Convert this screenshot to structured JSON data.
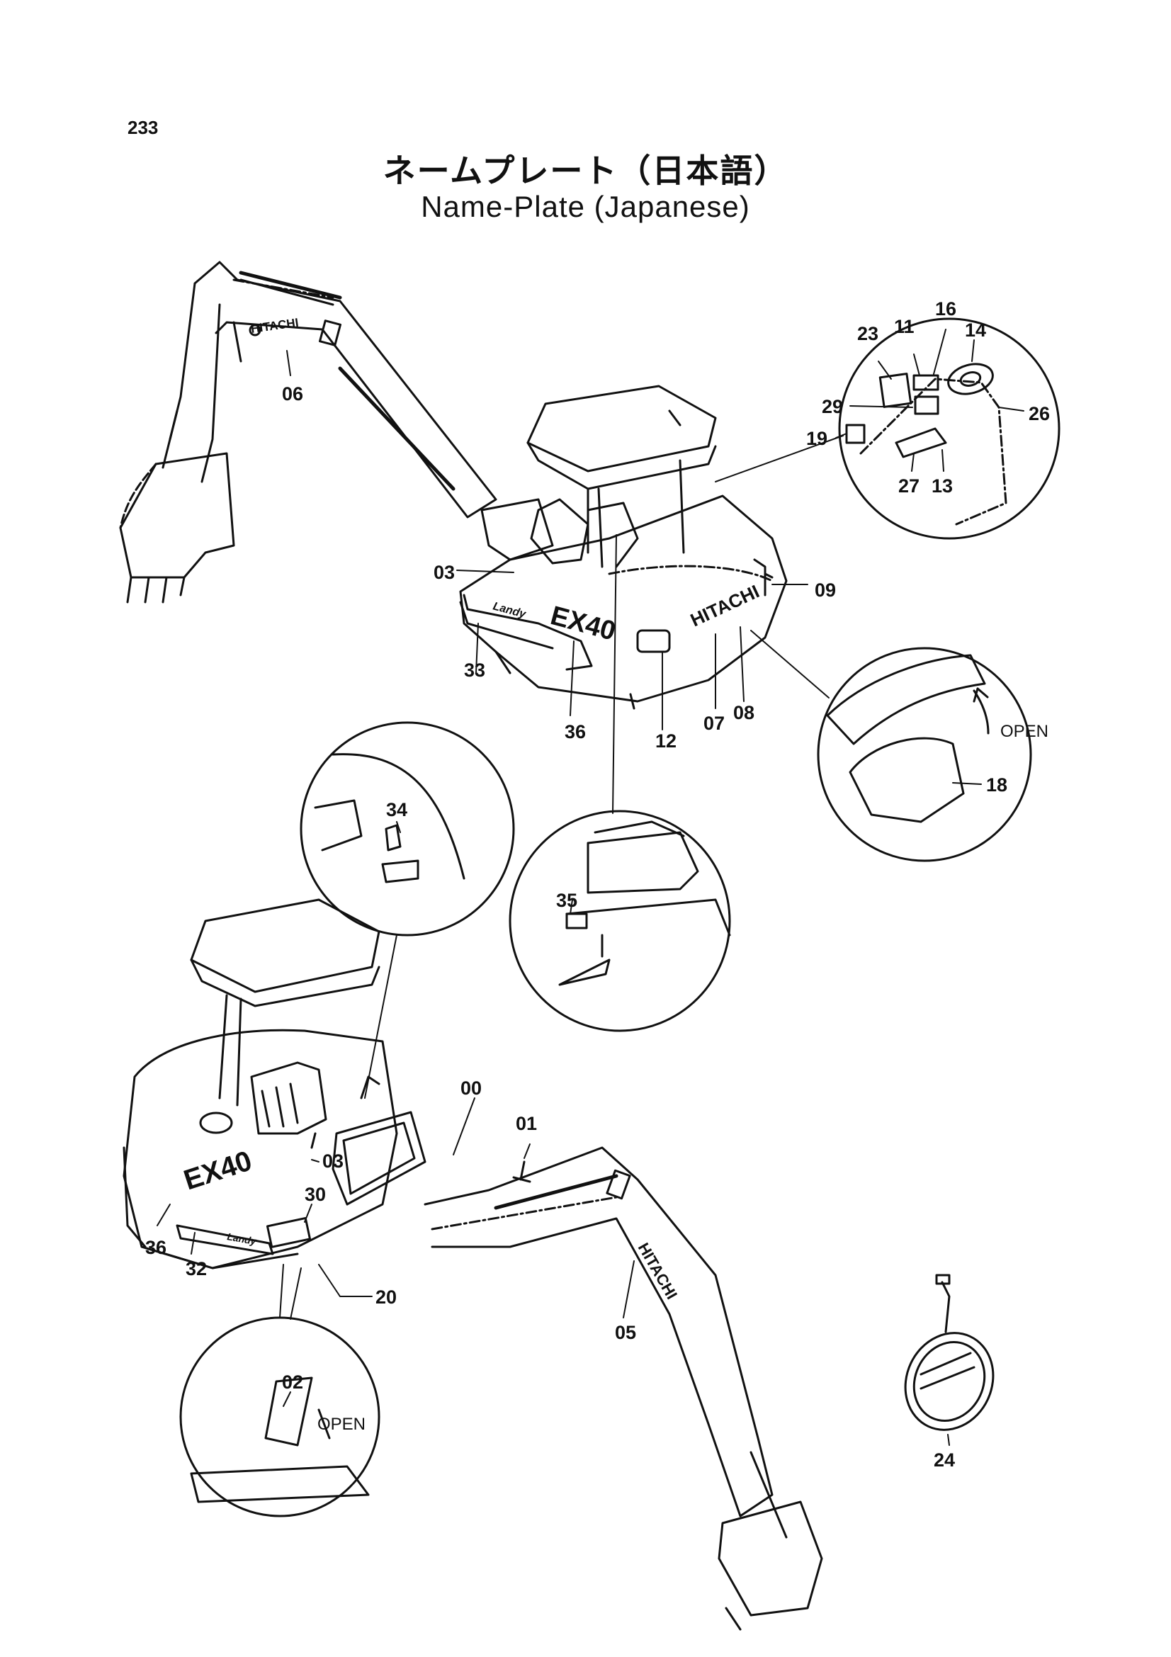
{
  "page": {
    "number": "233"
  },
  "title": {
    "japanese": "ネームプレート（日本語）",
    "english": "Name-Plate (Japanese)"
  },
  "marks": {
    "hitachi": "HITACHI",
    "model": "EX40",
    "landy": "Landy"
  },
  "labels": {
    "l00": "00",
    "l01": "01",
    "l02": "02",
    "l03a": "03",
    "l03b": "03",
    "l05": "05",
    "l06": "06",
    "l07": "07",
    "l08": "08",
    "l09": "09",
    "l11": "11",
    "l12": "12",
    "l13": "13",
    "l14": "14",
    "l16": "16",
    "l18": "18",
    "l19": "19",
    "l20": "20",
    "l23": "23",
    "l24": "24",
    "l26": "26",
    "l27": "27",
    "l29": "29",
    "l30": "30",
    "l32": "32",
    "l33": "33",
    "l34": "34",
    "l35": "35",
    "l36a": "36",
    "l36b": "36"
  },
  "open": {
    "a": "OPEN",
    "b": "OPEN"
  }
}
